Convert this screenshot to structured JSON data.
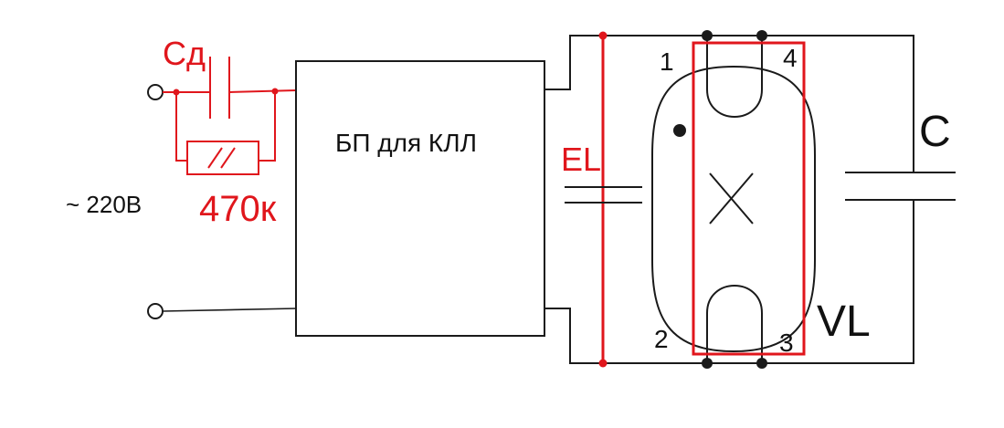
{
  "labels": {
    "cap_series": "Сд",
    "resistor_value": "470к",
    "mains": "~ 220В",
    "power_block": "БП для КЛЛ",
    "el_cap": "EL",
    "cap_c": "C",
    "lamp": "VL",
    "pin1": "1",
    "pin2": "2",
    "pin3": "3",
    "pin4": "4"
  },
  "colors": {
    "wire": "#1a1a1a",
    "highlight": "#e0161c",
    "background": "#ffffff"
  }
}
